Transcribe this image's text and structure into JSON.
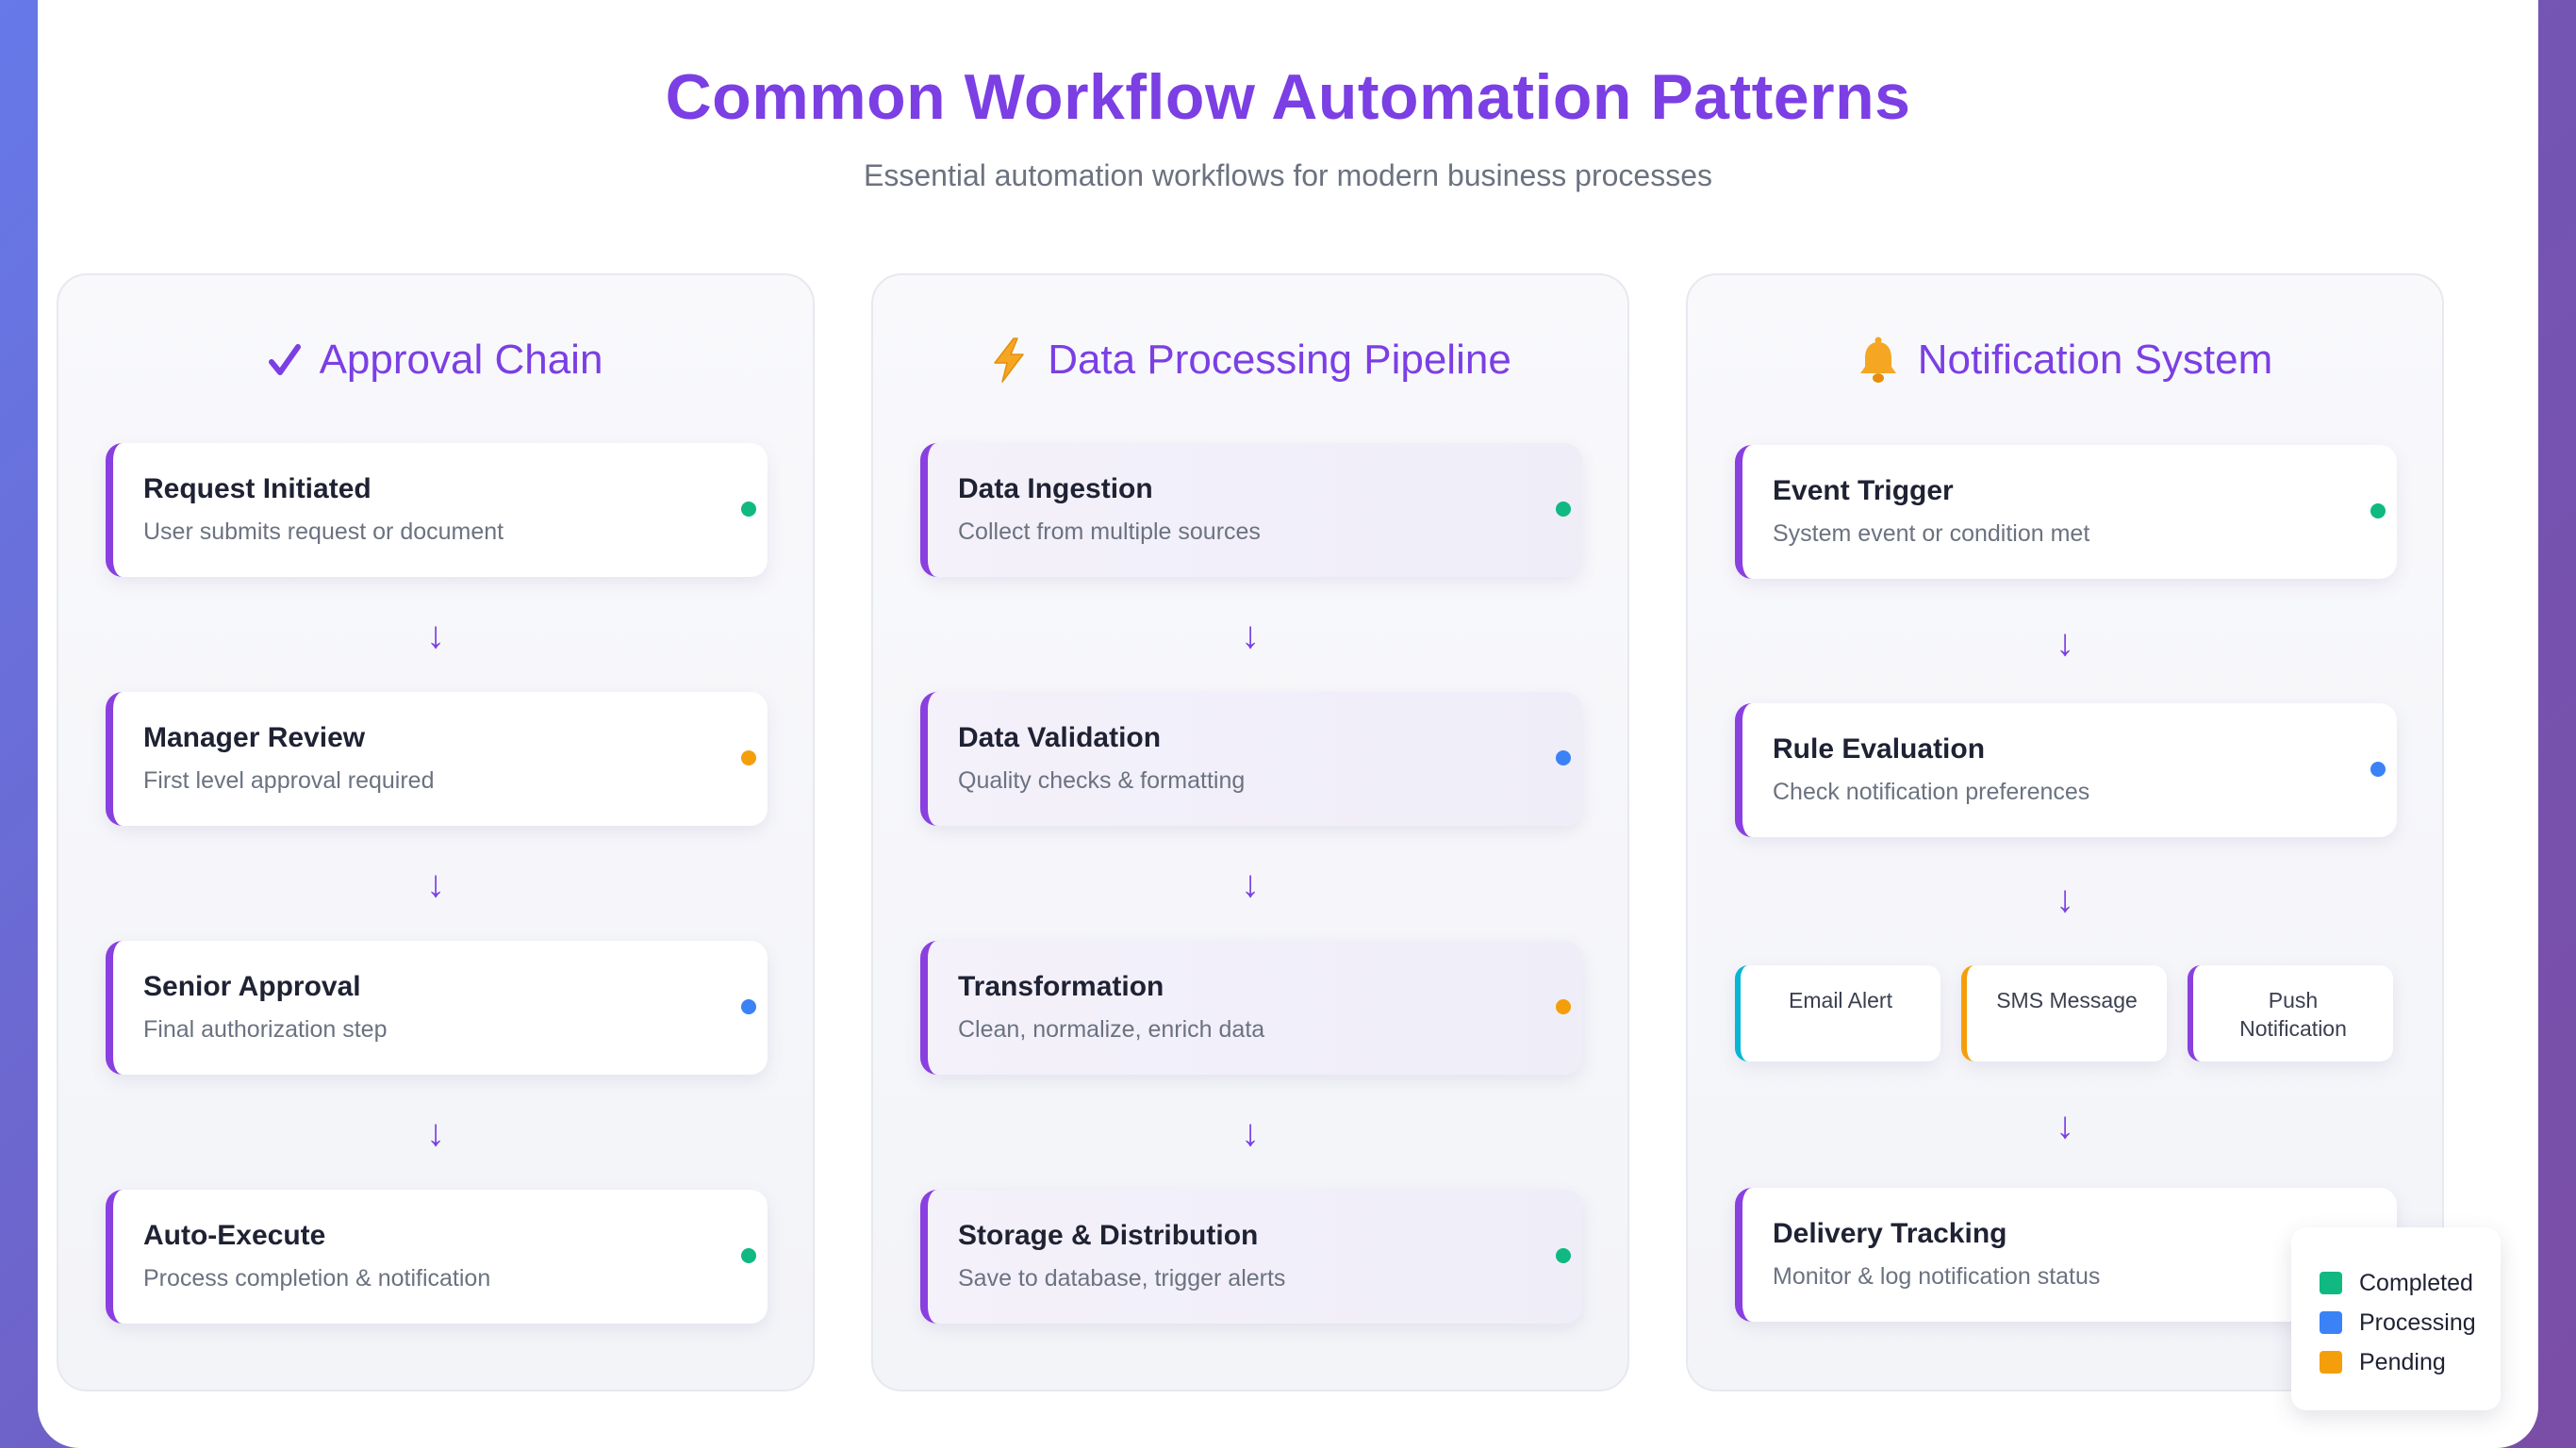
{
  "header": {
    "title": "Common Workflow Automation Patterns",
    "subtitle": "Essential automation workflows for modern business processes"
  },
  "colors": {
    "accent": "#7b3fe4",
    "completed": "#10b981",
    "processing": "#3b82f6",
    "pending": "#f59e0b",
    "email_border": "#06b6d4",
    "sms_border": "#f59e0b",
    "push_border": "#8a3fe0"
  },
  "workflows": [
    {
      "title": "Approval Chain",
      "icon": "checkmark-icon",
      "steps": [
        {
          "name": "Request Initiated",
          "desc": "User submits request or document",
          "status": "completed"
        },
        {
          "name": "Manager Review",
          "desc": "First level approval required",
          "status": "pending"
        },
        {
          "name": "Senior Approval",
          "desc": "Final authorization step",
          "status": "processing"
        },
        {
          "name": "Auto-Execute",
          "desc": "Process completion & notification",
          "status": "completed"
        }
      ]
    },
    {
      "title": "Data Processing Pipeline",
      "icon": "lightning-icon",
      "steps": [
        {
          "name": "Data Ingestion",
          "desc": "Collect from multiple sources",
          "status": "completed"
        },
        {
          "name": "Data Validation",
          "desc": "Quality checks & formatting",
          "status": "processing"
        },
        {
          "name": "Transformation",
          "desc": "Clean, normalize, enrich data",
          "status": "pending"
        },
        {
          "name": "Storage & Distribution",
          "desc": "Save to database, trigger alerts",
          "status": "completed"
        }
      ]
    },
    {
      "title": "Notification System",
      "icon": "bell-icon",
      "steps": [
        {
          "name": "Event Trigger",
          "desc": "System event or condition met",
          "status": "completed"
        },
        {
          "name": "Rule Evaluation",
          "desc": "Check notification preferences",
          "status": "processing"
        },
        {
          "name": "Delivery Tracking",
          "desc": "Monitor & log notification status",
          "status": "completed"
        }
      ],
      "channels": [
        "Email Alert",
        "SMS Message",
        "Push Notification"
      ]
    }
  ],
  "arrow_glyph": "↓",
  "legend": {
    "completed": "Completed",
    "processing": "Processing",
    "pending": "Pending"
  }
}
